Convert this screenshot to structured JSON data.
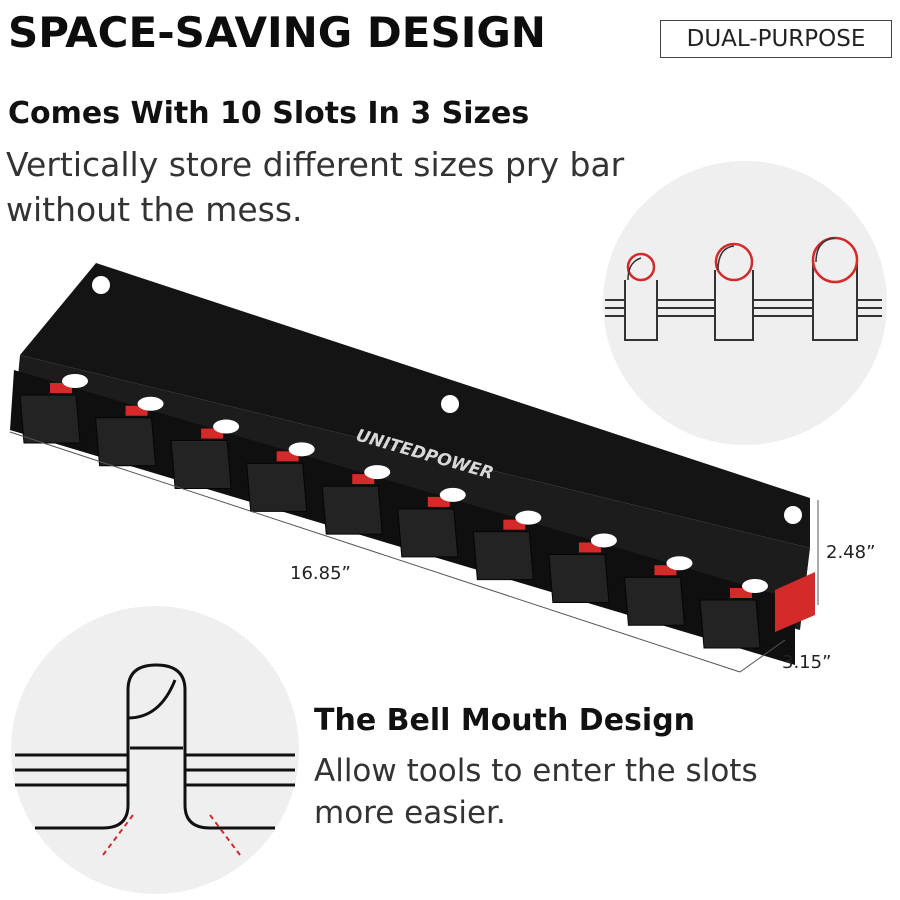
{
  "header": {
    "title": "SPACE-SAVING DESIGN",
    "badge": "DUAL-PURPOSE"
  },
  "feature_slots": {
    "title": "Comes With 10 Slots In 3 Sizes",
    "line1": "Vertically store different sizes pry bar",
    "line2": "without the mess."
  },
  "dimensions": {
    "length": "16.85”",
    "height": "2.48”",
    "depth": "3.15”"
  },
  "product": {
    "brand": "UNITEDPOWER",
    "slot_count": 10,
    "body_color": "#141414",
    "accent_color": "#d42a2a"
  },
  "feature_bell": {
    "title": "The Bell Mouth Design",
    "line1": "Allow tools to enter the slots",
    "line2": "more easier."
  }
}
